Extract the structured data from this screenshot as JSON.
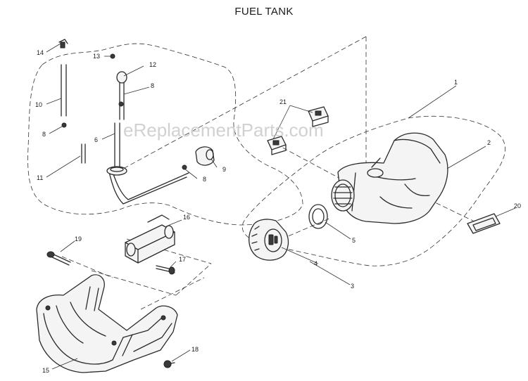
{
  "title": "FUEL TANK",
  "watermark": "eReplacementParts.com",
  "parts": {
    "p1": "1",
    "p2": "2",
    "p3": "3",
    "p4": "4",
    "p5": "5",
    "p6": "6",
    "p8a": "8",
    "p8b": "8",
    "p8c": "8",
    "p9": "9",
    "p10": "10",
    "p11": "11",
    "p12": "12",
    "p13": "13",
    "p14": "14",
    "p15": "15",
    "p16": "16",
    "p17": "17",
    "p18": "18",
    "p19": "19",
    "p20": "20",
    "p21": "21"
  },
  "colors": {
    "line": "#2a2a2a",
    "watermark": "#c9c9c9",
    "background": "#ffffff"
  }
}
